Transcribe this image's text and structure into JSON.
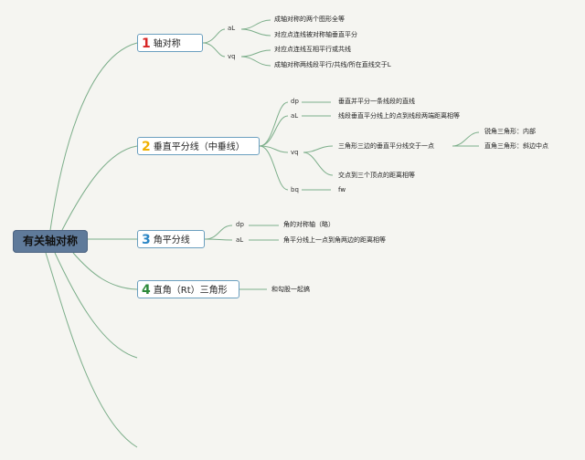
{
  "root": {
    "label": "有关轴对称"
  },
  "topics": [
    {
      "num": "1",
      "label": "轴对称",
      "groups": [
        {
          "key": "aL",
          "items": [
            "成轴对称的两个图形全等",
            "对应点连线被对称轴垂直平分"
          ]
        },
        {
          "key": "vq",
          "items": [
            "对应点连线互相平行或共线",
            "成轴对称两线段平行/共线/所在直线交于L"
          ]
        }
      ]
    },
    {
      "num": "2",
      "label": "垂直平分线（中垂线）",
      "groups": [
        {
          "key": "dp",
          "items": [
            "垂直并平分一条线段的直线"
          ]
        },
        {
          "key": "aL",
          "items": [
            "线段垂直平分线上的点到线段两端距离相等"
          ]
        },
        {
          "key": "vq",
          "items": [
            "三角形三边的垂直平分线交于一点",
            "交点到三个顶点的距离相等"
          ],
          "sub": [
            "锐角三角形：内部",
            "直角三角形：斜边中点"
          ]
        },
        {
          "key": "bq",
          "items": [
            "fw"
          ]
        }
      ]
    },
    {
      "num": "3",
      "label": "角平分线",
      "groups": [
        {
          "key": "dp",
          "items": [
            "角的对称轴（略）"
          ]
        },
        {
          "key": "aL",
          "items": [
            "角平分线上一点到角两边的距离相等"
          ]
        }
      ]
    },
    {
      "num": "4",
      "label": "直角（Rt）三角形",
      "groups": [
        {
          "key": "",
          "items": [
            "和勾股一起搞"
          ]
        }
      ]
    }
  ]
}
